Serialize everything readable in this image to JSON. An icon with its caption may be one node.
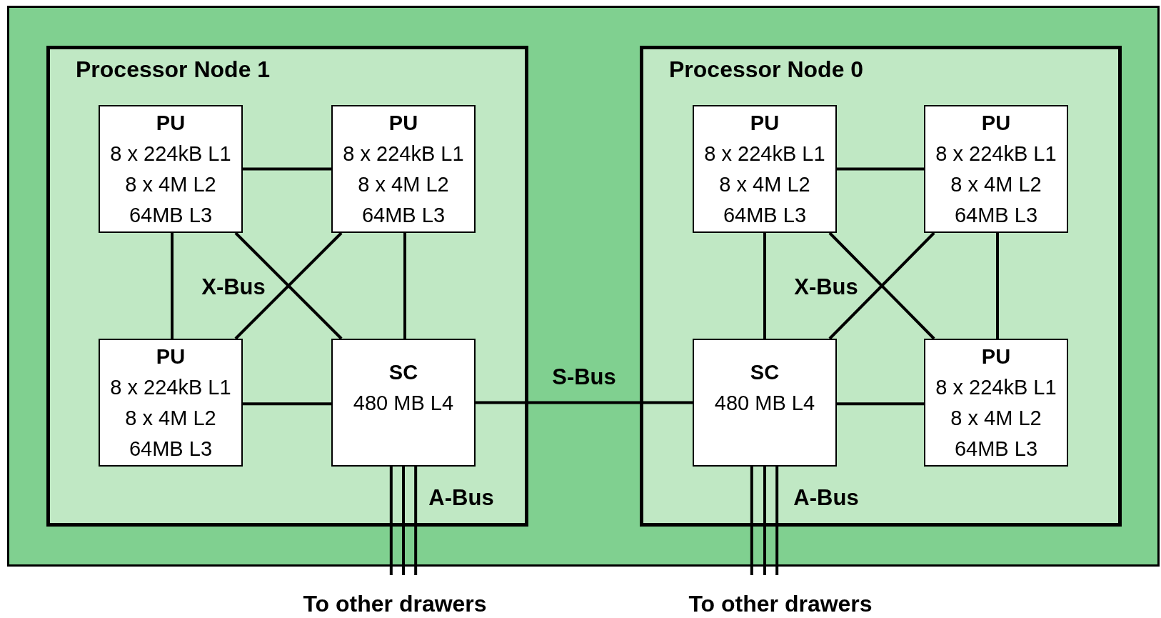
{
  "diagram": {
    "nodes": [
      {
        "text": [],
        "shape": "box"
      },
      {
        "text": [
          "Processor Node 1"
        ],
        "in": 0
      },
      {
        "text": [
          "PU",
          "8 x 224kB L1",
          "8 x 4M L2",
          "64MB L3"
        ],
        "in": 1
      },
      {
        "text": [
          "PU",
          "8 x 224kB L1",
          "8 x 4M L2",
          "64MB L3"
        ],
        "in": 1
      },
      {
        "text": [
          "PU",
          "8 x 224kB L1",
          "8 x 4M L2",
          "64MB L3"
        ],
        "in": 1
      },
      {
        "text": [
          "SC",
          "480 MB L4"
        ],
        "in": 1
      },
      {
        "text": [
          "Processor Node 0"
        ],
        "in": 0
      },
      {
        "text": [
          "PU",
          "8 x 224kB L1",
          "8 x 4M L2",
          "64MB L3"
        ],
        "in": 6
      },
      {
        "text": [
          "PU",
          "8 x 224kB L1",
          "8 x 4M L2",
          "64MB L3"
        ],
        "in": 6
      },
      {
        "text": [
          "SC",
          "480 MB L4"
        ],
        "in": 6
      },
      {
        "text": [
          "PU",
          "8 x 224kB L1",
          "8 x 4M L2",
          "64MB L3"
        ],
        "in": 6
      },
      {
        "text": [
          "To other drawers"
        ]
      },
      {
        "text": [
          "To other drawers"
        ]
      }
    ],
    "edges": [
      {
        "from": 2,
        "to": 3,
        "arrow": "none"
      },
      {
        "from": 2,
        "to": 4,
        "arrow": "none"
      },
      {
        "from": 2,
        "to": 5,
        "arrow": "none"
      },
      {
        "from": 3,
        "to": 4,
        "arrow": "none"
      },
      {
        "from": 3,
        "to": 5,
        "arrow": "none"
      },
      {
        "from": 4,
        "to": 5,
        "arrow": "none"
      },
      {
        "from": 5,
        "to": 9,
        "arrow": "none",
        "label": "S-Bus"
      },
      {
        "from": 5,
        "to": 11,
        "arrow": "none"
      },
      {
        "from": 5,
        "to": 11,
        "arrow": "none"
      },
      {
        "from": 5,
        "to": 11,
        "arrow": "none"
      },
      {
        "from": 7,
        "to": 8,
        "arrow": "none"
      },
      {
        "from": 7,
        "to": 9,
        "arrow": "none"
      },
      {
        "from": 7,
        "to": 10,
        "arrow": "none"
      },
      {
        "from": 8,
        "to": 9,
        "arrow": "none"
      },
      {
        "from": 8,
        "to": 10,
        "arrow": "none"
      },
      {
        "from": 9,
        "to": 10,
        "arrow": "none"
      },
      {
        "from": 9,
        "to": 12,
        "arrow": "none"
      },
      {
        "from": 9,
        "to": 12,
        "arrow": "none"
      },
      {
        "from": 9,
        "to": 12,
        "arrow": "none"
      }
    ],
    "labels": [
      "X-Bus",
      "X-Bus",
      "A-Bus",
      "A-Bus"
    ]
  }
}
